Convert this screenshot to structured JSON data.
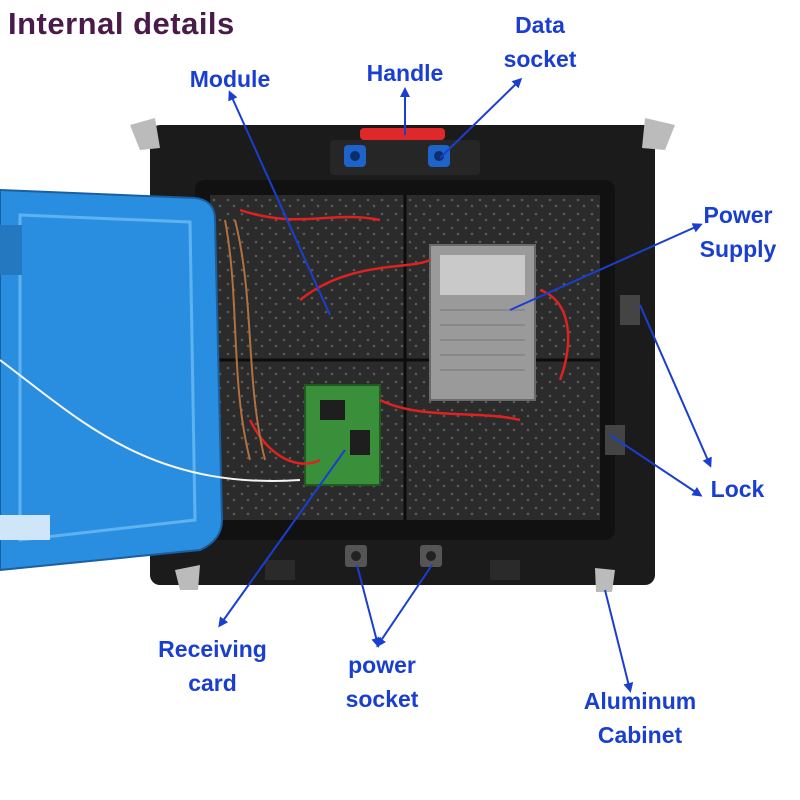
{
  "title": "Internal details",
  "labels": {
    "module": "Module",
    "handle": "Handle",
    "data_socket_1": "Data",
    "data_socket_2": "socket",
    "power_supply_1": "Power",
    "power_supply_2": "Supply",
    "lock": "Lock",
    "receiving_card_1": "Receiving",
    "receiving_card_2": "card",
    "power_socket_1": "power",
    "power_socket_2": "socket",
    "aluminum_cabinet_1": "Aluminum",
    "aluminum_cabinet_2": "Cabinet"
  },
  "colors": {
    "title": "#4a1a4a",
    "label": "#1a3fd0",
    "arrow": "#1a3fd0",
    "cabinet": "#1b1b1b",
    "cover": "#2a8ee0",
    "handle": "#e0282a",
    "socket": "#1e63c9"
  }
}
